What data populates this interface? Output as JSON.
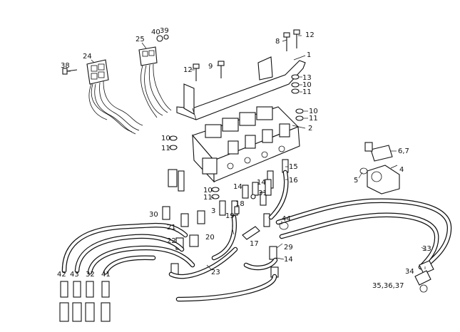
{
  "diagram": {
    "callouts": [
      "1",
      "2",
      "3",
      "4",
      "5",
      "6,7",
      "8",
      "9",
      "10",
      "11",
      "12",
      "13",
      "14",
      "15",
      "16",
      "17",
      "18",
      "19",
      "20",
      "21",
      "22",
      "23",
      "24",
      "25",
      "29",
      "30",
      "31",
      "32",
      "33",
      "34",
      "35,36,37",
      "38",
      "39",
      "40",
      "41",
      "42",
      "43",
      "44"
    ]
  }
}
